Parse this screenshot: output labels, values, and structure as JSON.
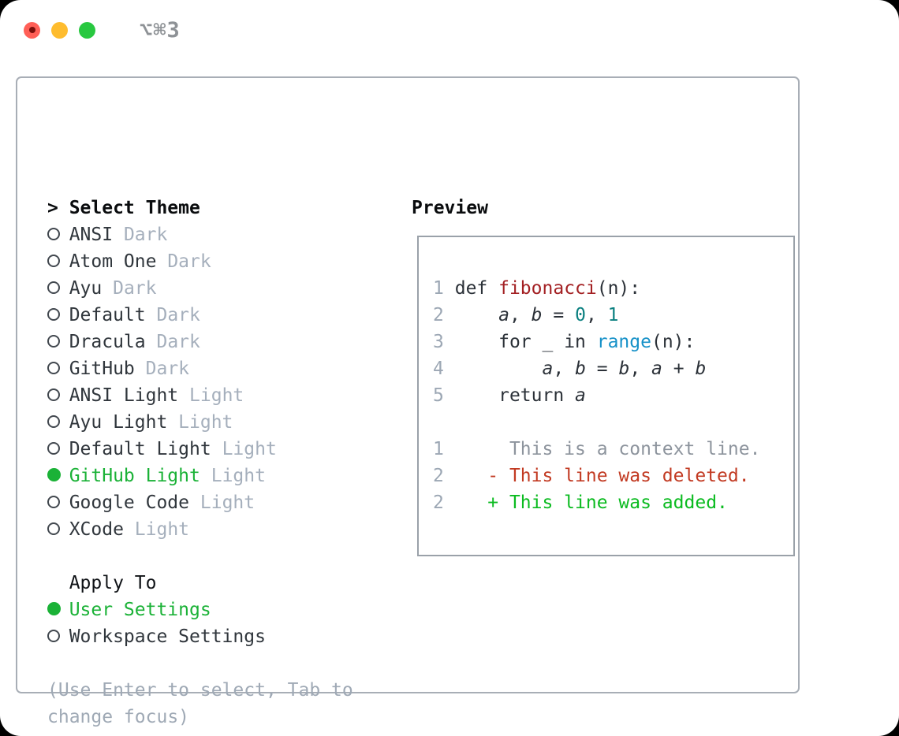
{
  "window": {
    "title": "⌥⌘3",
    "traffic_lights": [
      "close",
      "minimize",
      "zoom"
    ]
  },
  "theme_picker": {
    "prompt": ">",
    "title": "Select Theme",
    "items": [
      {
        "name": "ANSI",
        "tag": "Dark",
        "selected": false
      },
      {
        "name": "Atom One",
        "tag": "Dark",
        "selected": false
      },
      {
        "name": "Ayu",
        "tag": "Dark",
        "selected": false
      },
      {
        "name": "Default",
        "tag": "Dark",
        "selected": false
      },
      {
        "name": "Dracula",
        "tag": "Dark",
        "selected": false
      },
      {
        "name": "GitHub",
        "tag": "Dark",
        "selected": false
      },
      {
        "name": "ANSI Light",
        "tag": "Light",
        "selected": false
      },
      {
        "name": "Ayu Light",
        "tag": "Light",
        "selected": false
      },
      {
        "name": "Default Light",
        "tag": "Light",
        "selected": false
      },
      {
        "name": "GitHub Light",
        "tag": "Light",
        "selected": true
      },
      {
        "name": "Google Code",
        "tag": "Light",
        "selected": false
      },
      {
        "name": "XCode",
        "tag": "Light",
        "selected": false
      }
    ],
    "apply_to": {
      "title": "Apply To",
      "options": [
        {
          "name": "User Settings",
          "selected": true
        },
        {
          "name": "Workspace Settings",
          "selected": false
        }
      ]
    },
    "hint": "(Use Enter to select, Tab to change focus)"
  },
  "preview": {
    "title": "Preview",
    "code_lines": [
      {
        "num": "1",
        "tokens": [
          [
            "def ",
            "p"
          ],
          [
            "fibonacci",
            "f"
          ],
          [
            "(n):",
            "p"
          ]
        ]
      },
      {
        "num": "2",
        "tokens": [
          [
            "    ",
            "p"
          ],
          [
            "a",
            "v"
          ],
          [
            ", ",
            "p"
          ],
          [
            "b",
            "v"
          ],
          [
            " = ",
            "p"
          ],
          [
            "0",
            "n"
          ],
          [
            ", ",
            "p"
          ],
          [
            "1",
            "n"
          ]
        ]
      },
      {
        "num": "3",
        "tokens": [
          [
            "    for _ in ",
            "p"
          ],
          [
            "range",
            "b"
          ],
          [
            "(n):",
            "p"
          ]
        ]
      },
      {
        "num": "4",
        "tokens": [
          [
            "        ",
            "p"
          ],
          [
            "a",
            "v"
          ],
          [
            ", ",
            "p"
          ],
          [
            "b",
            "v"
          ],
          [
            " = ",
            "p"
          ],
          [
            "b",
            "v"
          ],
          [
            ", ",
            "p"
          ],
          [
            "a",
            "v"
          ],
          [
            " + ",
            "p"
          ],
          [
            "b",
            "v"
          ]
        ]
      },
      {
        "num": "5",
        "tokens": [
          [
            "    return ",
            "p"
          ],
          [
            "a",
            "v"
          ]
        ]
      }
    ],
    "diff_lines": [
      {
        "num": "1",
        "marker": " ",
        "text": "This is a context line.",
        "kind": "context"
      },
      {
        "num": "2",
        "marker": "-",
        "text": "This line was deleted.",
        "kind": "deleted"
      },
      {
        "num": "2",
        "marker": "+",
        "text": "This line was added.",
        "kind": "added"
      }
    ]
  },
  "colors": {
    "selected_green": "#1bb237",
    "added_green": "#0bbb20",
    "deleted_red": "#c23a22",
    "context_gray": "#8d949d",
    "function_red": "#a32023",
    "number_teal": "#0b8080",
    "builtin_blue": "#1691c8",
    "line_number_gray": "#9ca7b4",
    "muted_tag_gray": "#a5afbc",
    "hint_gray": "#9fa9b5",
    "panel_border": "#a8aeb6",
    "traffic_red": "#ff5f57",
    "traffic_yellow": "#febc2e",
    "traffic_green": "#28c840",
    "title_gray": "#8e9296"
  }
}
